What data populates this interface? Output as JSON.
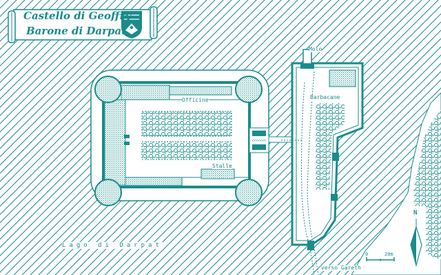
{
  "title": {
    "line1": "Castello di Geoffry",
    "line2": "Barone di Darpat"
  },
  "labels": {
    "officine": "Officine",
    "stalle": "Stalle",
    "barbacane": "Barbacane",
    "molo": "Molo",
    "lake": "Lago di Darpat",
    "road": "verso Gareth"
  },
  "scale": {
    "start": "0",
    "end": "20m"
  },
  "compass": {
    "north": "N"
  },
  "colors": {
    "ink": "#1a8c8c",
    "paper": "#ffffff"
  },
  "icons": [
    "heraldic-shield-icon",
    "compass-rose-icon",
    "scroll-banner-icon"
  ]
}
